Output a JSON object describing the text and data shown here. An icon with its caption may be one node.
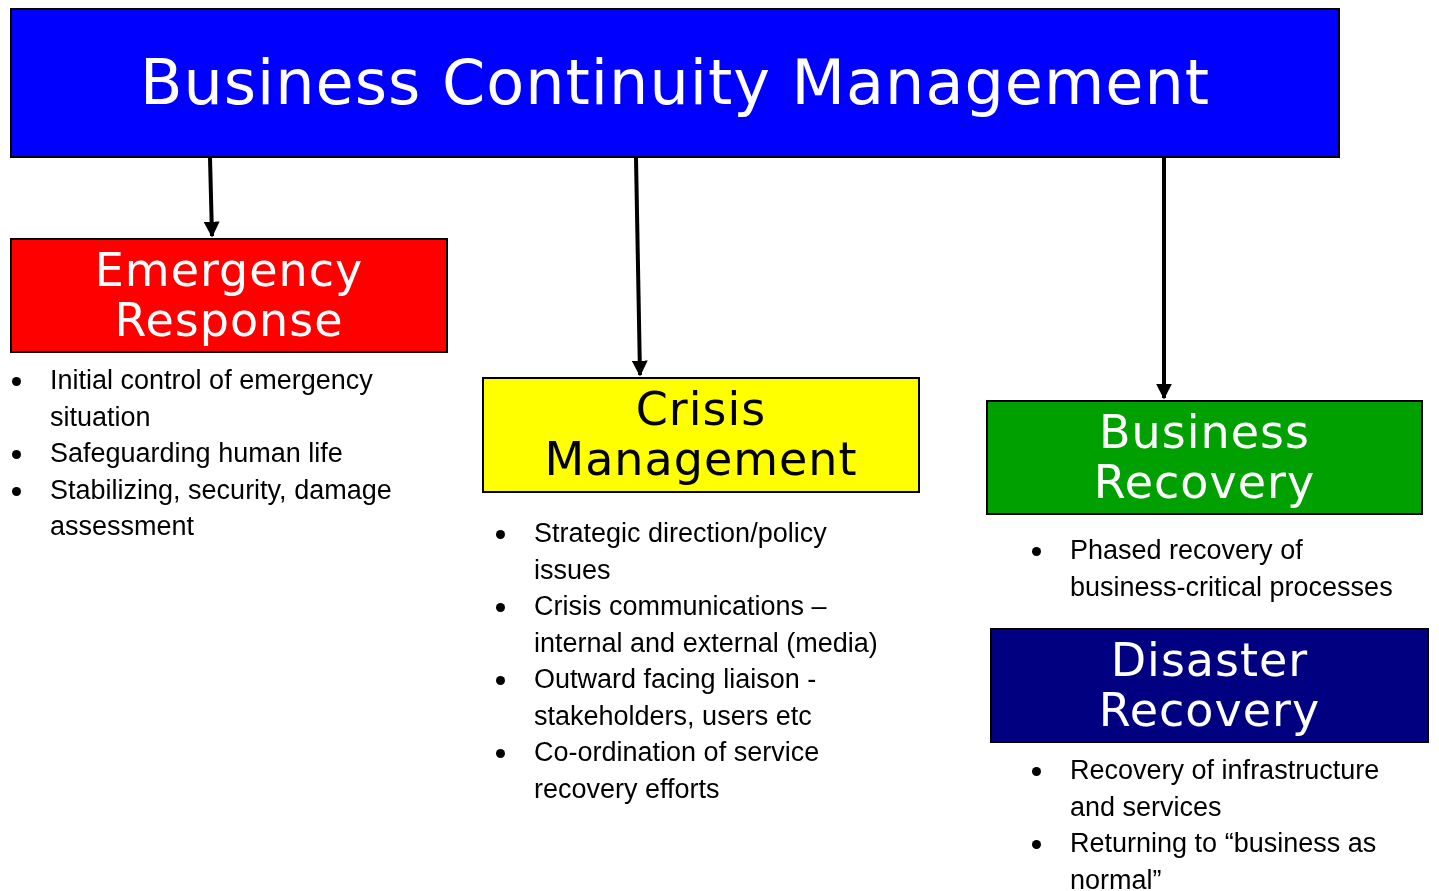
{
  "diagram": {
    "nodes": [
      {
        "text": [
          "Business Continuity Management"
        ]
      },
      {
        "text": [
          "Emergency Response"
        ],
        "beside": [
          "Initial control of emergency situation",
          "Safeguarding human life",
          "Stabilizing, security, damage assessment"
        ]
      },
      {
        "text": [
          "Crisis Management"
        ],
        "beside": [
          "Strategic direction/policy issues",
          "Crisis communications – internal and external (media)",
          "Outward facing liaison - stakeholders, users etc",
          "Co-ordination of service recovery efforts"
        ]
      },
      {
        "text": [
          "Business Recovery"
        ],
        "beside": [
          "Phased recovery of business-critical processes"
        ]
      },
      {
        "text": [
          "Disaster Recovery"
        ],
        "beside": [
          "Recovery of infrastructure and services",
          "Returning to “business as normal”"
        ]
      }
    ],
    "edges": [
      {
        "from": 0,
        "to": 1,
        "arrow": "to"
      },
      {
        "from": 0,
        "to": 2,
        "arrow": "to"
      },
      {
        "from": 0,
        "to": 3,
        "arrow": "to"
      }
    ]
  }
}
